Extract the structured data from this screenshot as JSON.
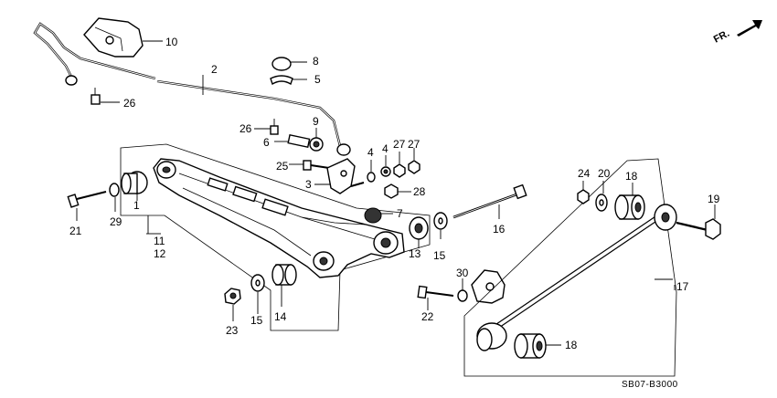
{
  "diagram": {
    "direction_marker": "FR.",
    "figure_code": "SB07-B3000",
    "callouts": [
      {
        "id": "c1",
        "text": "1"
      },
      {
        "id": "c2",
        "text": "2"
      },
      {
        "id": "c3",
        "text": "3"
      },
      {
        "id": "c4a",
        "text": "4"
      },
      {
        "id": "c4b",
        "text": "4"
      },
      {
        "id": "c5",
        "text": "5"
      },
      {
        "id": "c6",
        "text": "6"
      },
      {
        "id": "c7",
        "text": "7"
      },
      {
        "id": "c8",
        "text": "8"
      },
      {
        "id": "c9",
        "text": "9"
      },
      {
        "id": "c10",
        "text": "10"
      },
      {
        "id": "c11",
        "text": "11"
      },
      {
        "id": "c12",
        "text": "12"
      },
      {
        "id": "c13",
        "text": "13"
      },
      {
        "id": "c14",
        "text": "14"
      },
      {
        "id": "c15a",
        "text": "15"
      },
      {
        "id": "c15b",
        "text": "15"
      },
      {
        "id": "c16",
        "text": "16"
      },
      {
        "id": "c17",
        "text": "17"
      },
      {
        "id": "c18a",
        "text": "18"
      },
      {
        "id": "c18b",
        "text": "18"
      },
      {
        "id": "c19",
        "text": "19"
      },
      {
        "id": "c20",
        "text": "20"
      },
      {
        "id": "c21",
        "text": "21"
      },
      {
        "id": "c22",
        "text": "22"
      },
      {
        "id": "c23",
        "text": "23"
      },
      {
        "id": "c24",
        "text": "24"
      },
      {
        "id": "c25",
        "text": "25"
      },
      {
        "id": "c26a",
        "text": "26"
      },
      {
        "id": "c26b",
        "text": "26"
      },
      {
        "id": "c27a",
        "text": "27"
      },
      {
        "id": "c27b",
        "text": "27"
      },
      {
        "id": "c28",
        "text": "28"
      },
      {
        "id": "c29",
        "text": "29"
      },
      {
        "id": "c30",
        "text": "30"
      }
    ]
  }
}
